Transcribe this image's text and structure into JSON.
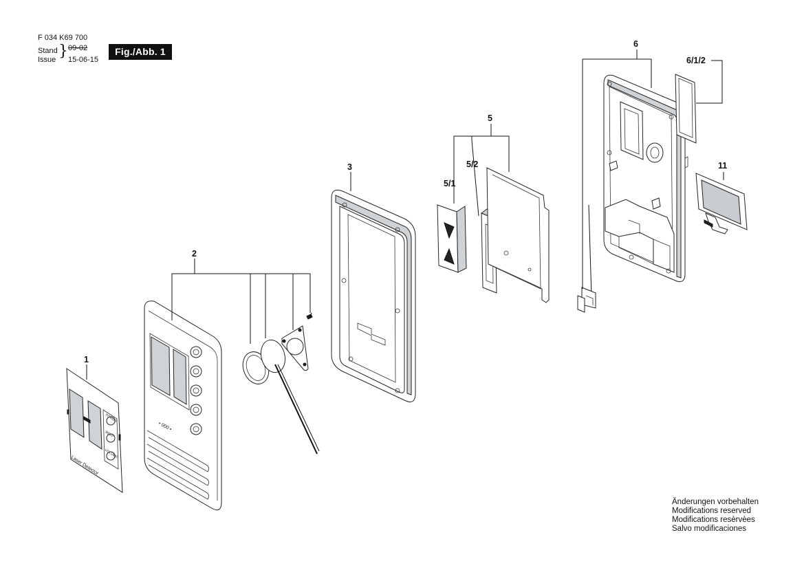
{
  "header": {
    "doc_number": "F 034 K69 700",
    "stand_label": "Stand",
    "stand_date": "09-02",
    "issue_label": "Issue",
    "issue_date": "15-06-15",
    "figure_badge": "Fig./Abb. 1"
  },
  "callouts": {
    "c1": "1",
    "c2": "2",
    "c3": "3",
    "c5": "5",
    "c5_1": "5/1",
    "c5_2": "5/2",
    "c6": "6",
    "c6_1_2": "6/1/2",
    "c11": "11"
  },
  "part_labels": {
    "laser_detector": "Laser Detector",
    "power": "POWER",
    "beep": "BEEP",
    "volume": "VOLUME",
    "display_dots": "• 000 •"
  },
  "notice": {
    "line1": "Änderungen vorbehalten",
    "line2": "Modifications reserved",
    "line3": "Modifications resèrvèes",
    "line4": "Salvo modificaciones"
  },
  "colors": {
    "line": "#111111",
    "badge_background": "#111111",
    "badge_text": "#ffffff",
    "part_fill": "#ffffff",
    "shade": "#cfd3d6"
  }
}
